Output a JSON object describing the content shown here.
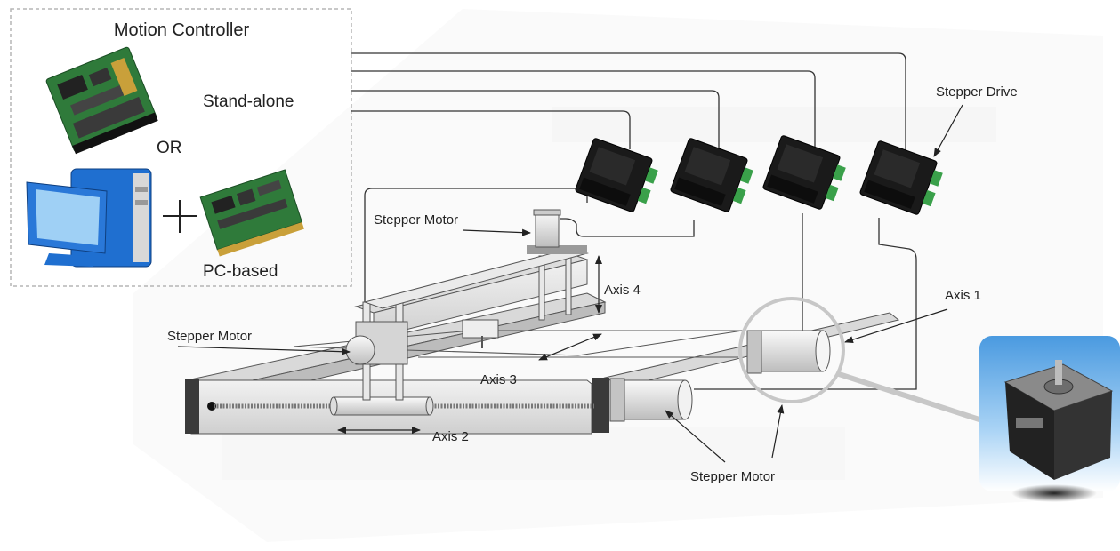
{
  "controller": {
    "title": "Motion Controller",
    "standalone_label": "Stand-alone",
    "or_label": "OR",
    "pcbased_label": "PC-based"
  },
  "labels": {
    "stepper_drive": "Stepper Drive",
    "stepper_motor_top": "Stepper Motor",
    "stepper_motor_left": "Stepper Motor",
    "stepper_motor_bottom": "Stepper Motor",
    "axis1": "Axis 1",
    "axis2": "Axis 2",
    "axis3": "Axis 3",
    "axis4": "Axis 4"
  },
  "colors": {
    "wire": "#333333",
    "drive_body": "#1a1a1a",
    "drive_terminal": "#3aa04a",
    "board_green": "#2f7a3a",
    "monitor_blue": "#1f6fd0",
    "frame_light": "#e6e6e6",
    "frame_dark": "#3a3a3a",
    "motor_bg": "#5aa8e8"
  },
  "drive_count": 4
}
